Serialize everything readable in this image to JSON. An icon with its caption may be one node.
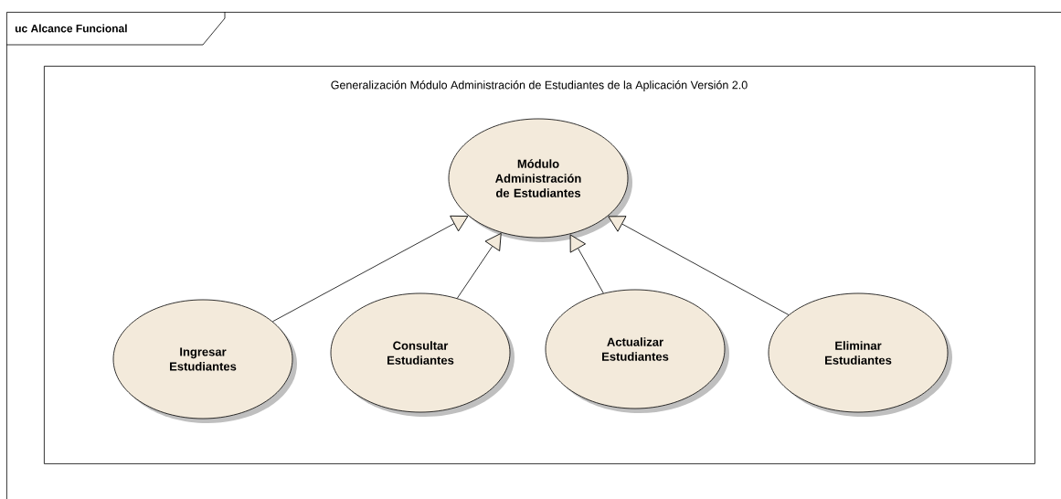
{
  "diagram": {
    "nodes": [
      {
        "text": [
          "uc Alcance Funcional"
        ]
      },
      {
        "text": [
          "Generalización Módulo Administración de Estudiantes de la Aplicación Versión 2.0"
        ],
        "in": 0
      },
      {
        "text": [
          "Módulo Administración de Estudiantes"
        ],
        "in": 1
      },
      {
        "text": [
          "Ingresar Estudiantes"
        ],
        "in": 1
      },
      {
        "text": [
          "Consultar Estudiantes"
        ],
        "in": 1
      },
      {
        "text": [
          "Actualizar Estudiantes"
        ],
        "in": 1
      },
      {
        "text": [
          "Eliminar Estudiantes"
        ],
        "in": 1
      }
    ],
    "edges": [
      {
        "from": 3,
        "to": 2,
        "arrow": "to"
      },
      {
        "from": 4,
        "to": 2,
        "arrow": "to"
      },
      {
        "from": 5,
        "to": 2,
        "arrow": "to"
      },
      {
        "from": 6,
        "to": 2,
        "arrow": "to"
      }
    ]
  }
}
